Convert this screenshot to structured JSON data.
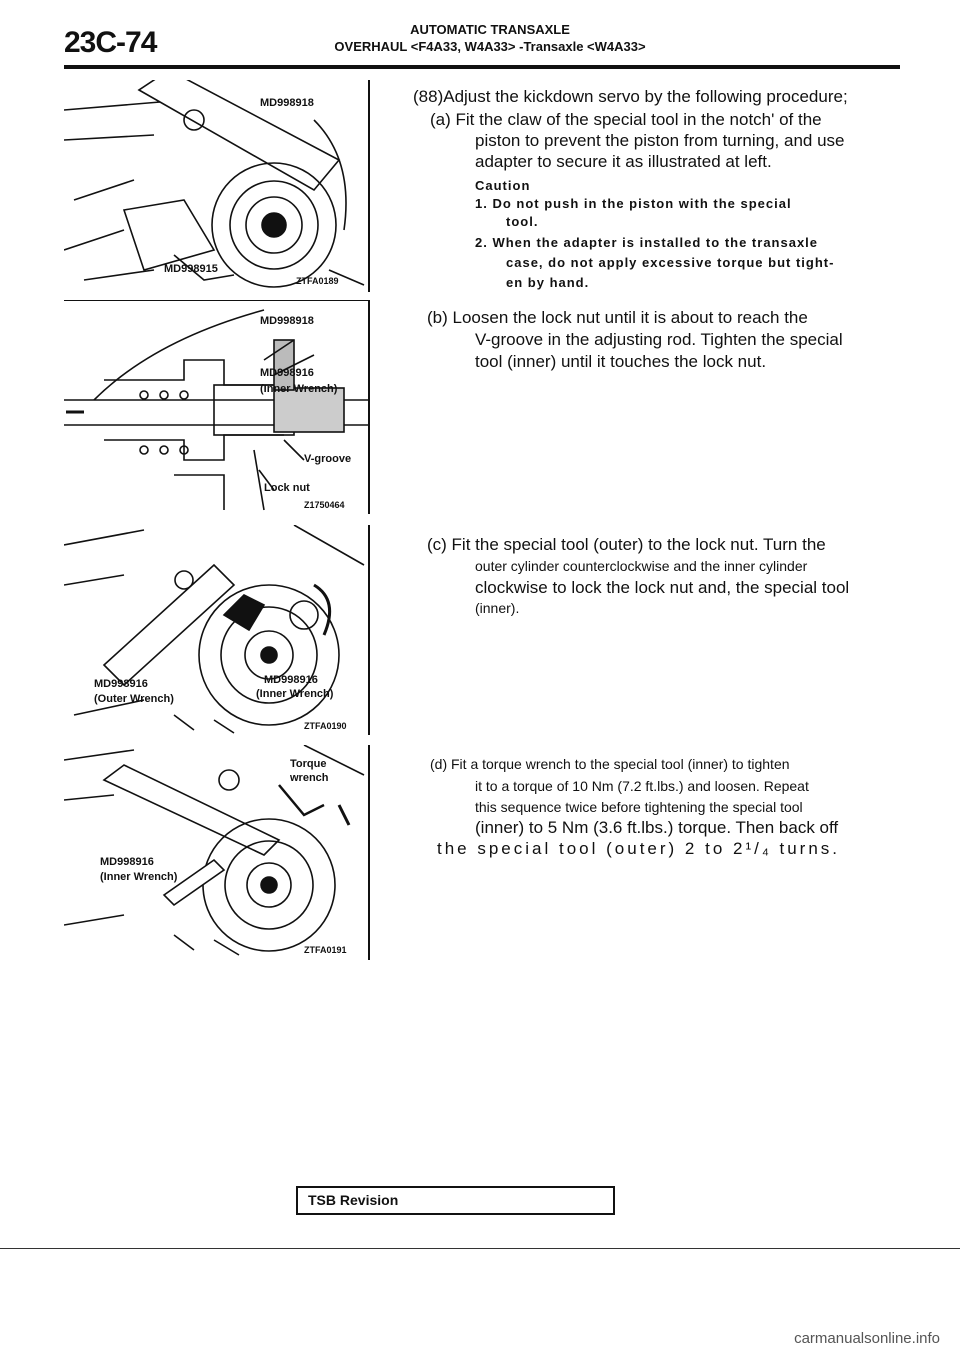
{
  "header": {
    "page_number": "23C-74",
    "line1": "AUTOMATIC TRANSAXLE",
    "line2": "OVERHAUL <F4A33, W4A33> -Transaxle <W4A33>"
  },
  "figures": [
    {
      "labels": [
        "MD998918",
        "MD998915"
      ],
      "code": "ZTFA0189"
    },
    {
      "labels": [
        "MD998918",
        "MD998916",
        "(Inner Wrench)",
        "V-groove",
        "Lock nut"
      ],
      "code": "Z1750464"
    },
    {
      "labels": [
        "MD998916",
        "(Outer Wrench)",
        "MD998916",
        "(Inner Wrench)"
      ],
      "code": "ZTFA0190"
    },
    {
      "labels": [
        "Torque",
        "wrench",
        "MD998916",
        "(Inner Wrench)"
      ],
      "code": "ZTFA0191"
    }
  ],
  "step": {
    "intro": [
      "(88)Adjust the kickdown servo by the following procedure;",
      "(a) Fit the claw of the special tool in the notch' of the",
      "piston to prevent the piston from turning, and use",
      "adapter to secure it as illustrated at left."
    ],
    "caution_title": "Caution",
    "caution": [
      "1. Do not push in the piston with the special",
      "tool.",
      "2. When the adapter is installed to the transaxle",
      "case, do not apply excessive torque but tight-",
      "en by hand."
    ],
    "b": [
      "(b) Loosen the lock nut until it is about to reach the",
      "V-groove in the adjusting rod. Tighten the special",
      "tool (inner) until it touches the lock nut."
    ],
    "c": [
      "(c) Fit the special tool (outer) to the lock nut. Turn the",
      "outer cylinder counterclockwise and the inner cylinder",
      "clockwise to lock the lock nut and, the special tool",
      "(inner)."
    ],
    "d": [
      "(d) Fit a torque wrench to the special tool (inner) to tighten",
      "it to a torque of 10 Nm (7.2 ft.lbs.) and loosen. Repeat",
      "this sequence twice before tightening the special tool",
      "(inner) to 5 Nm (3.6 ft.lbs.) torque. Then back off",
      "the special tool (outer) 2 to 2¹/₄ turns."
    ]
  },
  "footer": {
    "tsb": "TSB Revision",
    "watermark": "carmanualsonline.info"
  }
}
